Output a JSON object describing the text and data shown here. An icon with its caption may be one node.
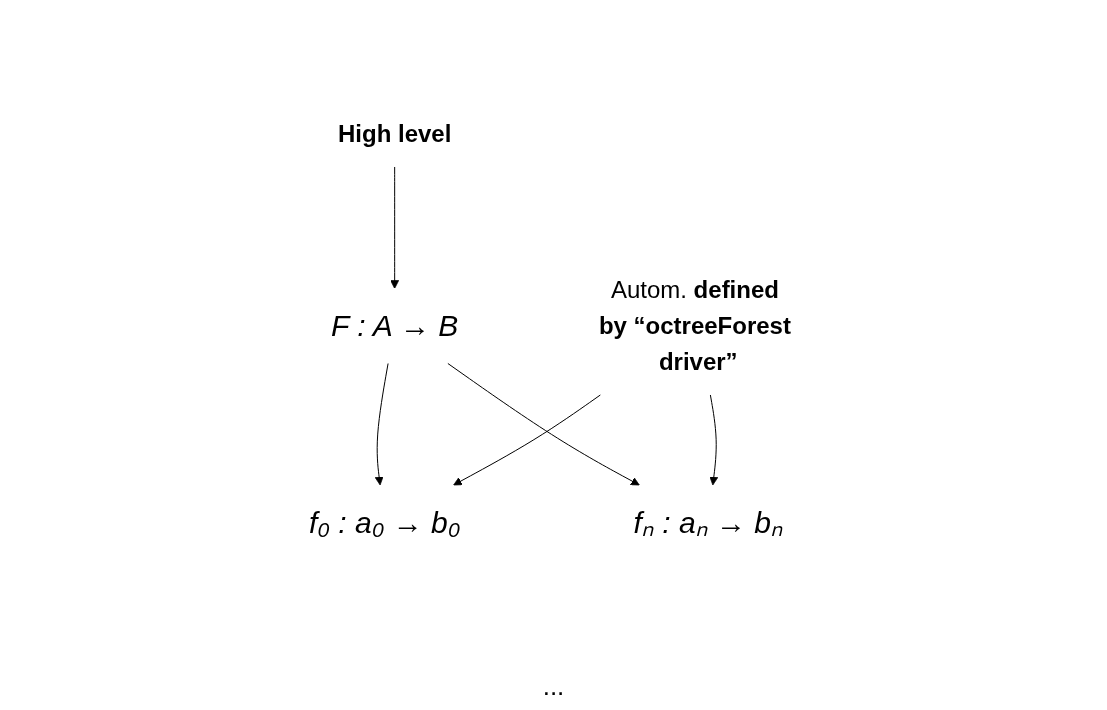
{
  "diagram": {
    "nodes": [
      {
        "text": [
          "F : A → B"
        ]
      },
      {
        "text": [
          "High level"
        ]
      },
      {
        "text": [
          "f₀ : a₀ → b₀"
        ]
      },
      {
        "text": [
          "fₙ : aₙ → bₙ"
        ]
      },
      {
        "text": [
          "Autom. **defined by “octreeForest driver”**"
        ]
      }
    ],
    "edges": [
      {
        "from": 1,
        "to": 0,
        "arrow": "to"
      },
      {
        "from": 0,
        "to": 2,
        "arrow": "to"
      },
      {
        "from": 0,
        "to": 3,
        "arrow": "to"
      },
      {
        "from": 4,
        "to": 2,
        "arrow": "to"
      },
      {
        "from": 4,
        "to": 3,
        "arrow": "to"
      }
    ],
    "labels": [
      "..."
    ]
  }
}
